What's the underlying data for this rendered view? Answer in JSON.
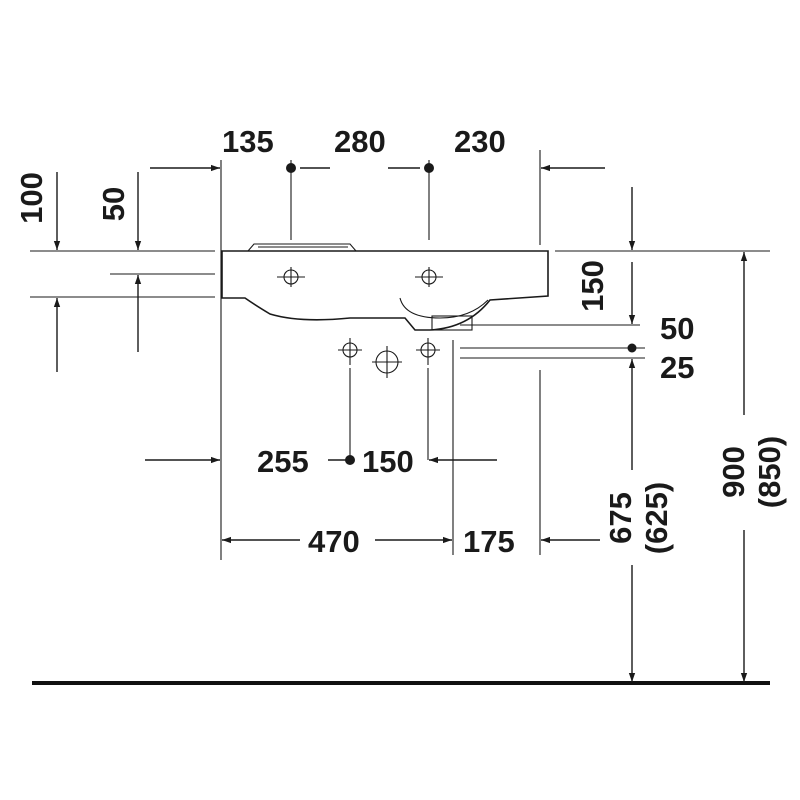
{
  "dimensions": {
    "top_left_offset": "135",
    "tap_hole_spacing": "280",
    "top_right_offset": "230",
    "rim_height_100": "100",
    "rim_height_50": "50",
    "basin_depth": "150",
    "overflow_offset": "50",
    "waste_offset": "25",
    "fixing_left": "255",
    "fixing_spacing": "150",
    "width_left": "470",
    "width_right": "175",
    "waste_height": "675",
    "waste_height_alt": "(625)",
    "total_height": "900",
    "total_height_alt": "(850)"
  }
}
